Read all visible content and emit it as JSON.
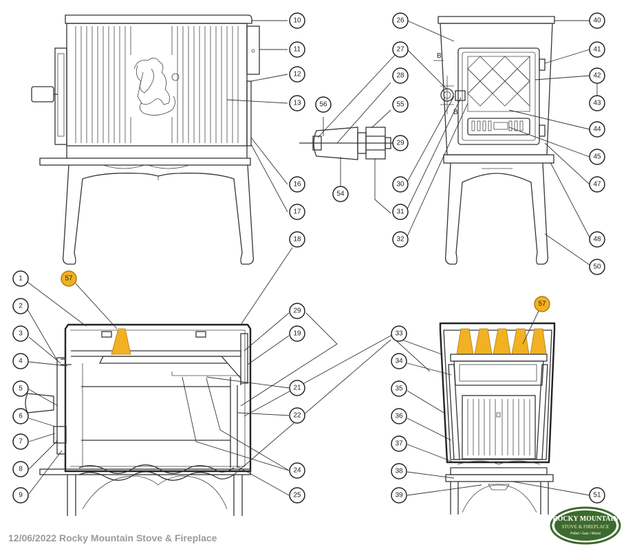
{
  "footer": {
    "text": "12/06/2022  Rocky Mountain Stove & Fireplace"
  },
  "logo": {
    "line1": "ROCKY MOUNTAIN",
    "line2": "STOVE & FIREPLACE",
    "line3": "Pellet • Gas • Wood",
    "color": "#3d6b2e"
  },
  "colors": {
    "highlight": "#f2b122",
    "line": "#333333"
  },
  "section_marks": {
    "top": "B",
    "bottom": "B"
  },
  "callouts": [
    {
      "label": "10"
    },
    {
      "label": "11"
    },
    {
      "label": "12"
    },
    {
      "label": "13"
    },
    {
      "label": "16"
    },
    {
      "label": "17"
    },
    {
      "label": "56"
    },
    {
      "label": "27"
    },
    {
      "label": "26"
    },
    {
      "label": "28"
    },
    {
      "label": "55"
    },
    {
      "label": "29"
    },
    {
      "label": "54"
    },
    {
      "label": "30"
    },
    {
      "label": "31"
    },
    {
      "label": "32"
    },
    {
      "label": "40"
    },
    {
      "label": "41"
    },
    {
      "label": "42"
    },
    {
      "label": "43"
    },
    {
      "label": "44"
    },
    {
      "label": "45"
    },
    {
      "label": "47"
    },
    {
      "label": "48"
    },
    {
      "label": "50"
    },
    {
      "label": "18"
    },
    {
      "label": "1"
    },
    {
      "label": "57",
      "highlight": true
    },
    {
      "label": "2"
    },
    {
      "label": "3"
    },
    {
      "label": "4"
    },
    {
      "label": "5"
    },
    {
      "label": "6"
    },
    {
      "label": "7"
    },
    {
      "label": "8"
    },
    {
      "label": "9"
    },
    {
      "label": "29"
    },
    {
      "label": "19"
    },
    {
      "label": "21"
    },
    {
      "label": "22"
    },
    {
      "label": "24"
    },
    {
      "label": "25"
    },
    {
      "label": "33"
    },
    {
      "label": "57",
      "highlight": true
    },
    {
      "label": "34"
    },
    {
      "label": "35"
    },
    {
      "label": "36"
    },
    {
      "label": "37"
    },
    {
      "label": "38"
    },
    {
      "label": "39"
    },
    {
      "label": "51"
    }
  ]
}
